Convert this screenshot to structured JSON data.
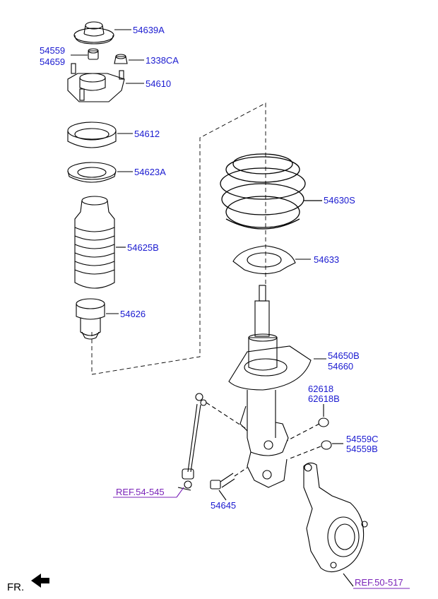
{
  "colors": {
    "part_label": "#1a1ad0",
    "ref_label": "#7a22b8",
    "line": "#000000"
  },
  "labels": {
    "insulator_cap": "54639A",
    "nut_a": "54559",
    "nut_b": "54659",
    "mount_nut": "1338CA",
    "strut_mount": "54610",
    "bearing": "54612",
    "seat_upper": "54623A",
    "dust_cover": "54625B",
    "bumper_stopper": "54626",
    "coil_spring": "54630S",
    "spring_pad": "54633",
    "strut_lh": "54650B",
    "strut_rh": "54660",
    "nut_c": "62618",
    "nut_d": "62618B",
    "nut_e": "54559C",
    "nut_f": "54559B",
    "bolt": "54645",
    "ref_stabilizer": "REF.54-545",
    "ref_knuckle": "REF.50-517",
    "front_indicator": "FR."
  }
}
